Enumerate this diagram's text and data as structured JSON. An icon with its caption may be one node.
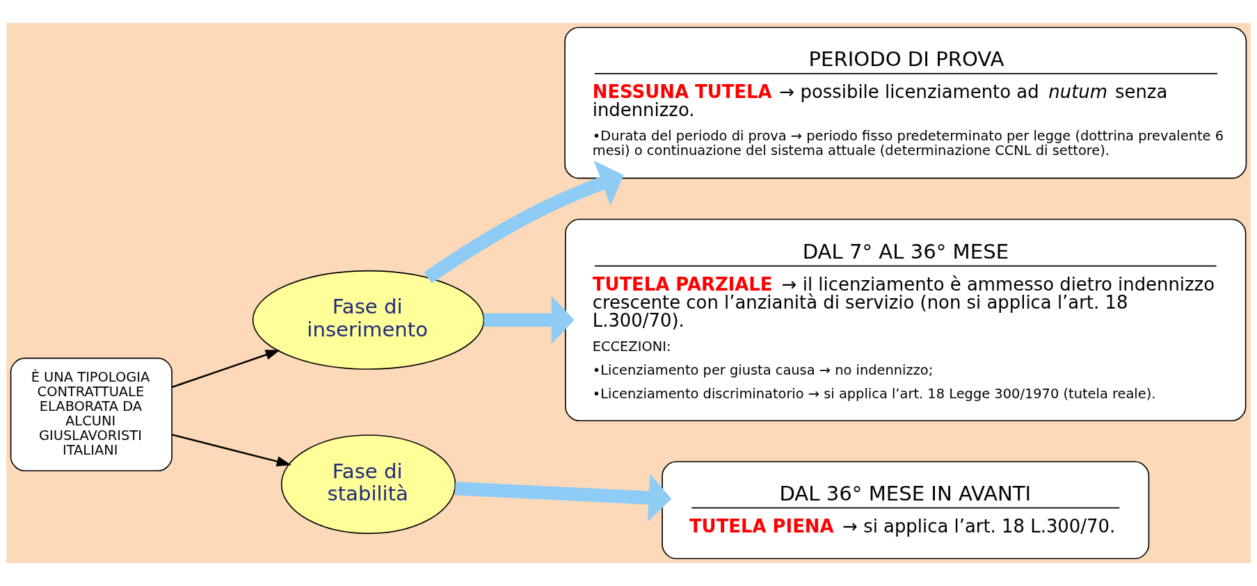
{
  "diagram": {
    "nodes": [
      {
        "text": [
          "È UNA TIPOLOGIA CONTRATTUALE ELABORATA DA ALCUNI GIUSLAVORISTI ITALIANI"
        ]
      },
      {
        "text": [
          "Fase di inserimento"
        ]
      },
      {
        "text": [
          "Fase di stabilità"
        ]
      },
      {
        "text": [
          "PERIODO DI PROVA",
          "**NESSUNA TUTELA** → possibile licenziamento ad *nutum* senza indennizzo.",
          "•Durata del periodo di prova → periodo fisso predeterminato per legge (dottrina prevalente 6 mesi) o continuazione del sistema attuale (determinazione CCNL di settore)."
        ]
      },
      {
        "text": [
          "DAL 7° AL 36° MESE",
          "**TUTELA PARZIALE** → il licenziamento è ammesso dietro indennizzo crescente con l’anzianità di servizio (non si applica l’art. 18 L.300/70).",
          "ECCEZIONI:",
          "•Licenziamento per giusta causa → no indennizzo;",
          "•Licenziamento discriminatorio → si applica l’art. 18 Legge 300/1970 (tutela reale)."
        ]
      },
      {
        "text": [
          "DAL 36° MESE IN AVANTI",
          "**TUTELA PIENA** → si applica l’art. 18 L.300/70."
        ]
      }
    ],
    "edges": [
      {
        "from": 0,
        "to": 1,
        "arrow": "to",
        "color": "#000000"
      },
      {
        "from": 0,
        "to": 2,
        "arrow": "to",
        "color": "#000000"
      },
      {
        "from": 1,
        "to": 3,
        "arrow": "to",
        "color": "#8ecbf5"
      },
      {
        "from": 1,
        "to": 4,
        "arrow": "to",
        "color": "#8ecbf5"
      },
      {
        "from": 2,
        "to": 5,
        "arrow": "to",
        "color": "#8ecbf5"
      }
    ]
  }
}
